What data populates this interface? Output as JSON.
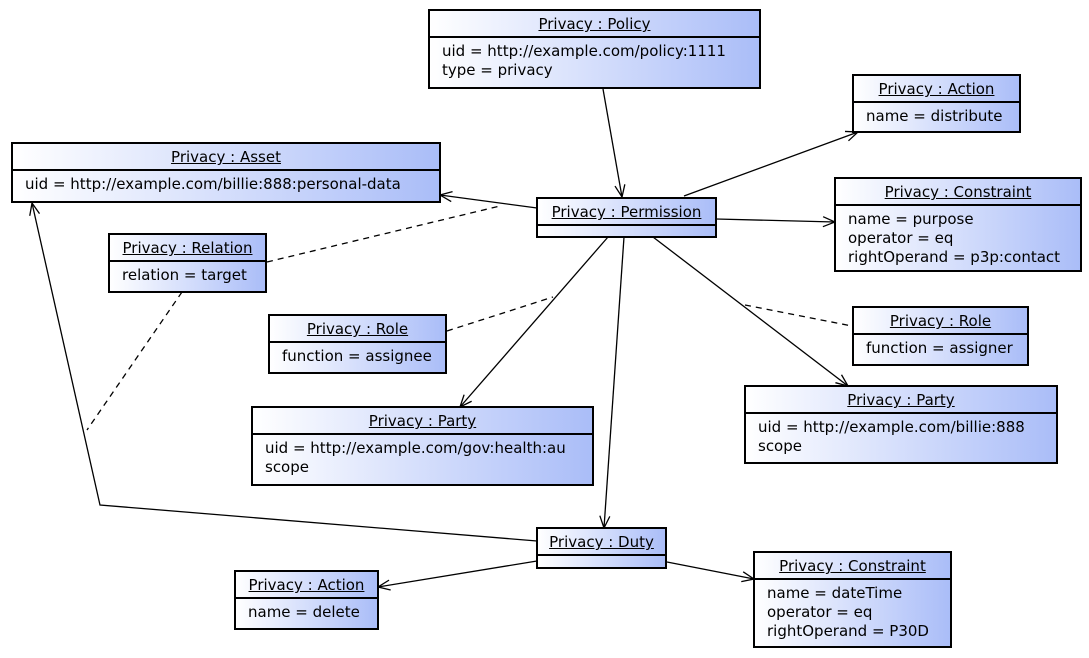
{
  "nodes": {
    "policy": {
      "title": "Privacy : Policy",
      "attrs": [
        "uid = http://example.com/policy:1111",
        "type = privacy"
      ]
    },
    "action1": {
      "title": "Privacy : Action",
      "attrs": [
        "name = distribute"
      ]
    },
    "asset": {
      "title": "Privacy : Asset",
      "attrs": [
        "uid = http://example.com/billie:888:personal-data"
      ]
    },
    "constraint1": {
      "title": "Privacy : Constraint",
      "attrs": [
        "name = purpose",
        "operator = eq",
        "rightOperand = p3p:contact"
      ]
    },
    "permission": {
      "title": "Privacy : Permission",
      "attrs": []
    },
    "relation": {
      "title": "Privacy : Relation",
      "attrs": [
        "relation = target"
      ]
    },
    "role1": {
      "title": "Privacy : Role",
      "attrs": [
        "function = assignee"
      ]
    },
    "role2": {
      "title": "Privacy : Role",
      "attrs": [
        "function = assigner"
      ]
    },
    "party1": {
      "title": "Privacy : Party",
      "attrs": [
        "uid = http://example.com/gov:health:au",
        "scope"
      ]
    },
    "party2": {
      "title": "Privacy : Party",
      "attrs": [
        "uid = http://example.com/billie:888",
        "scope"
      ]
    },
    "duty": {
      "title": "Privacy : Duty",
      "attrs": []
    },
    "action2": {
      "title": "Privacy : Action",
      "attrs": [
        "name = delete"
      ]
    },
    "constraint2": {
      "title": "Privacy : Constraint",
      "attrs": [
        "name = dateTime",
        "operator = eq",
        "rightOperand = P30D"
      ]
    }
  }
}
